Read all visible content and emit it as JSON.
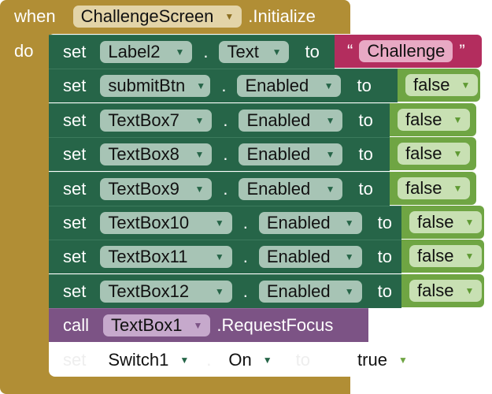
{
  "event": {
    "when": "when",
    "component": "ChallengeScreen",
    "event_name": ".Initialize",
    "do": "do"
  },
  "colors": {
    "event": "#B18E35",
    "set": "#266548",
    "bool": "#6FA543",
    "text": "#B32D5E",
    "call": "#7C5385"
  },
  "set_label": "set",
  "dot": ".",
  "to_label": "to",
  "rows": [
    {
      "component": "Label2",
      "property": "Text",
      "value": "Challenge"
    },
    {
      "component": "submitBtn",
      "property": "Enabled",
      "value": "false"
    },
    {
      "component": "TextBox7",
      "property": "Enabled",
      "value": "false"
    },
    {
      "component": "TextBox8",
      "property": "Enabled",
      "value": "false"
    },
    {
      "component": "TextBox9",
      "property": "Enabled",
      "value": "false"
    },
    {
      "component": "TextBox10",
      "property": "Enabled",
      "value": "false"
    },
    {
      "component": "TextBox11",
      "property": "Enabled",
      "value": "false"
    },
    {
      "component": "TextBox12",
      "property": "Enabled",
      "value": "false"
    }
  ],
  "quote_open": "“",
  "quote_close": "”",
  "call": {
    "label": "call",
    "component": "TextBox1",
    "method": ".RequestFocus"
  },
  "ghost": {
    "component": "Switch1",
    "property": "On",
    "value": "true"
  }
}
